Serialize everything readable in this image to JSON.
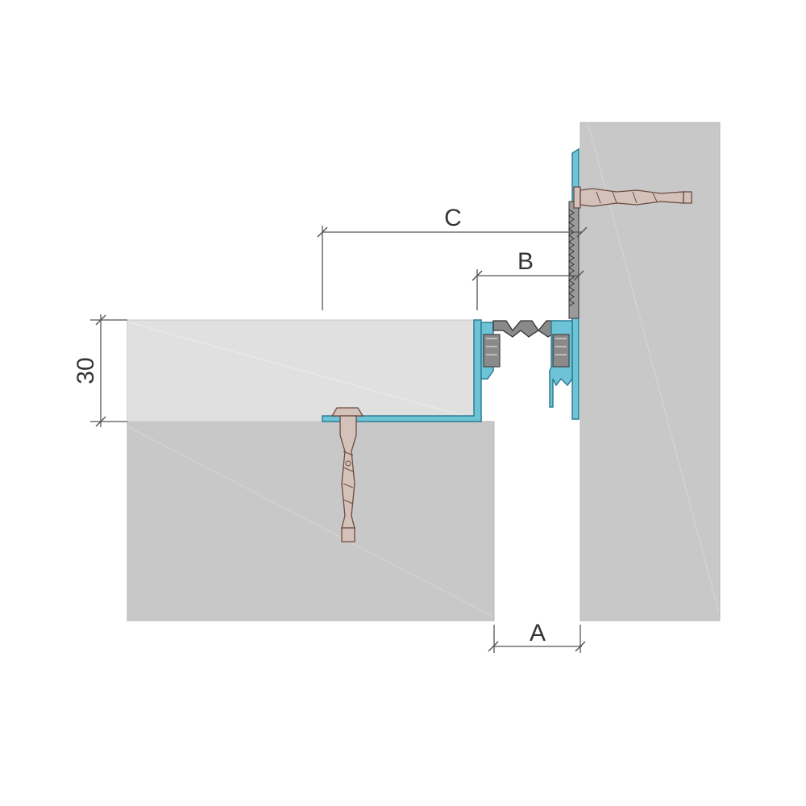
{
  "labels": {
    "dim_c": "C",
    "dim_b": "B",
    "dim_a": "A",
    "dim_thickness": "30"
  },
  "colors": {
    "background": "#ffffff",
    "concrete": "#c8c8c8",
    "screed": "#e0e0e0",
    "profile": "#6fc3d6",
    "profile_edge": "#2b7f94",
    "rubber_insert": "#8a8a8a",
    "anchor": "#d4c2ba",
    "anchor_edge": "#6b4a40",
    "dimension": "#555555"
  }
}
